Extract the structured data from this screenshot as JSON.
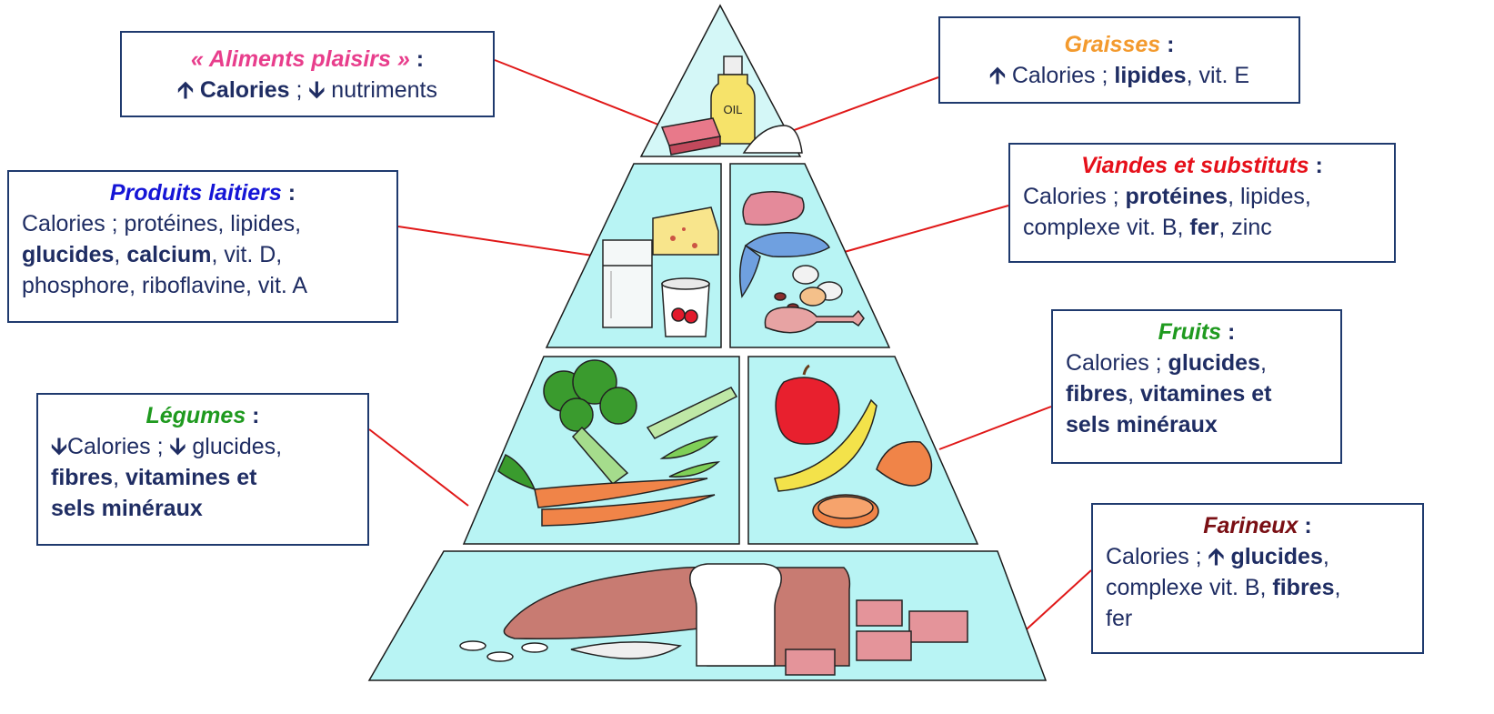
{
  "colors": {
    "plaisirs": "#e83e8c",
    "graisses": "#f39a2e",
    "laitiers": "#1515d6",
    "viandes": "#e6101a",
    "legumes": "#1f9a1f",
    "fruits": "#1f9a1f",
    "farineux": "#7a0f14",
    "text": "#1f2d63",
    "tier_fill": "#b8f4f4",
    "connector": "#e01818"
  },
  "boxes": {
    "plaisirs": {
      "title": "« Aliments plaisirs »",
      "colon": " :",
      "up_arrow": "🡩",
      "calories": "Calories",
      "sep": " ; ",
      "down_arrow": "🡫",
      "nutriments": " nutriments"
    },
    "graisses": {
      "title": "Graisses",
      "colon": " :",
      "up_arrow": "🡩",
      "text1": " Calories ; ",
      "lipides": "lipides",
      "text2": ", vit. E"
    },
    "laitiers": {
      "title": "Produits laitiers",
      "colon": " :",
      "line1": "Calories ; protéines, lipides,",
      "glucides": "glucides",
      "comma": ", ",
      "calcium": "calcium",
      "line2_tail": ", vit. D,",
      "line3": "phosphore, riboflavine, vit. A"
    },
    "viandes": {
      "title": "Viandes et substituts",
      "colon": " :",
      "line1_a": "Calories ; ",
      "proteines": "protéines",
      "line1_b": ", lipides,",
      "line2_a": "complexe vit. B, ",
      "fer": "fer",
      "line2_b": ", zinc"
    },
    "legumes": {
      "title": "Légumes",
      "colon": " :",
      "down_arrow": "🡫",
      "line1_a": "Calories ; ",
      "line1_b": " glucides,",
      "fibres": "fibres",
      "comma": ", ",
      "vitamines": "vitamines et",
      "sels": "sels minéraux"
    },
    "fruits": {
      "title": "Fruits",
      "colon": " :",
      "line1_a": "Calories ; ",
      "glucides": "glucides",
      "line1_b": ",",
      "fibres": "fibres",
      "comma": ", ",
      "vitamines": "vitamines et",
      "sels": "sels minéraux"
    },
    "farineux": {
      "title": "Farineux",
      "colon": " :",
      "line1_a": "Calories ; ",
      "up_arrow": "🡩",
      "glucides": " glucides",
      "line1_b": ",",
      "line2_a": "complexe vit. B, ",
      "fibres": "fibres",
      "line2_b": ",",
      "line3": "fer"
    }
  },
  "illustration": {
    "oil_label": "OIL"
  }
}
